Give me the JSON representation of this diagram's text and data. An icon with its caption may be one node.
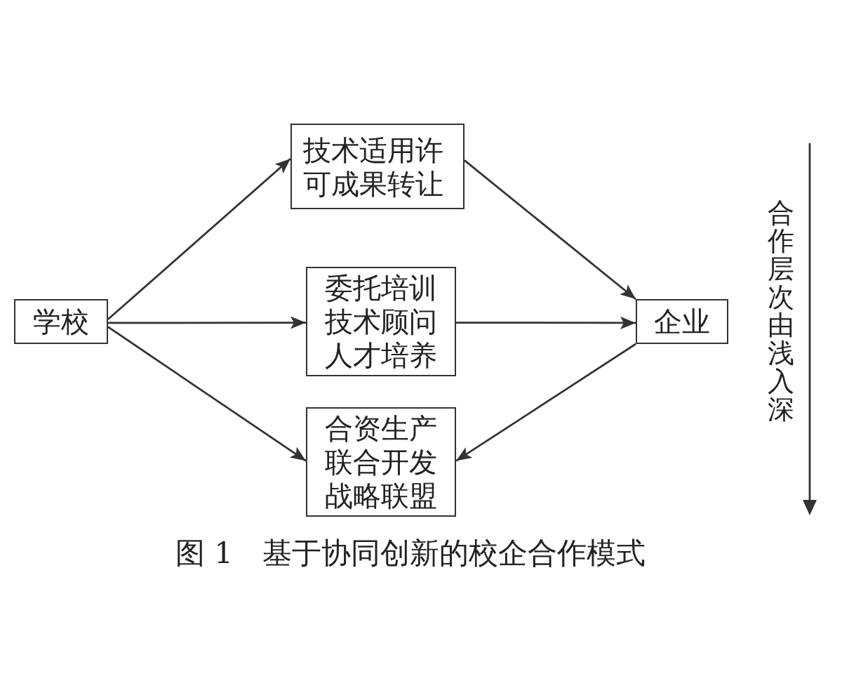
{
  "diagram": {
    "caption": "图 1　基于协同创新的校企合作模式",
    "nodes": [
      {
        "text": [
          "学校"
        ]
      },
      {
        "text": [
          "技术适用许可成果转让"
        ]
      },
      {
        "text": [
          "委托培训",
          "技术顾问",
          "人才培养"
        ]
      },
      {
        "text": [
          "合资生产",
          "联合开发",
          "战略联盟"
        ]
      },
      {
        "text": [
          "企业"
        ]
      }
    ],
    "edges": [
      {
        "from": 0,
        "to": 1,
        "arrow": "to"
      },
      {
        "from": 0,
        "to": 2,
        "arrow": "to"
      },
      {
        "from": 0,
        "to": 3,
        "arrow": "to"
      },
      {
        "from": 1,
        "to": 4,
        "arrow": "to"
      },
      {
        "from": 2,
        "to": 4,
        "arrow": "to"
      },
      {
        "from": 4,
        "to": 3,
        "arrow": "to"
      }
    ],
    "labels": [
      "合作层次由浅入深"
    ]
  }
}
